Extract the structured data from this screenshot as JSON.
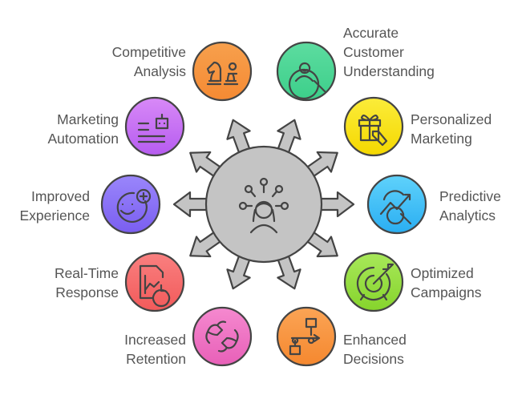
{
  "title": "Customer Understanding Benefits",
  "hub": {
    "icon": "person-insights-icon",
    "color": "#c4c4c4"
  },
  "items": [
    {
      "id": "competitive-analysis",
      "lines": [
        "Competitive",
        "Analysis"
      ],
      "icon": "chess-pieces-icon",
      "color": "#f7a04d",
      "color2": "#f58a33"
    },
    {
      "id": "accurate-customer-understanding",
      "lines": [
        "Accurate",
        "Customer",
        "Understanding"
      ],
      "icon": "magnifier-person-icon",
      "color": "#5ddca0",
      "color2": "#3ccf8a"
    },
    {
      "id": "marketing-automation",
      "lines": [
        "Marketing",
        "Automation"
      ],
      "icon": "robot-list-icon",
      "color": "#d889f7",
      "color2": "#b65cf0"
    },
    {
      "id": "personalized-marketing",
      "lines": [
        "Personalized",
        "Marketing"
      ],
      "icon": "gift-tag-icon",
      "color": "#fbec3a",
      "color2": "#f5d800"
    },
    {
      "id": "improved-experience",
      "lines": [
        "Improved",
        "Experience"
      ],
      "icon": "smiley-plus-icon",
      "color": "#9a86fb",
      "color2": "#7a5ef0"
    },
    {
      "id": "predictive-analytics",
      "lines": [
        "Predictive",
        "Analytics"
      ],
      "icon": "trend-search-icon",
      "color": "#5fd2fb",
      "color2": "#2aaef2"
    },
    {
      "id": "real-time-response",
      "lines": [
        "Real-Time",
        "Response"
      ],
      "icon": "report-clock-icon",
      "color": "#f98080",
      "color2": "#f25a5a"
    },
    {
      "id": "optimized-campaigns",
      "lines": [
        "Optimized",
        "Campaigns"
      ],
      "icon": "target-arrow-icon",
      "color": "#a8e85a",
      "color2": "#86d42c"
    },
    {
      "id": "increased-retention",
      "lines": [
        "Increased",
        "Retention"
      ],
      "icon": "handshake-icon",
      "color": "#f589cf",
      "color2": "#e860b8"
    },
    {
      "id": "enhanced-decisions",
      "lines": [
        "Enhanced",
        "Decisions"
      ],
      "icon": "flowchart-icon",
      "color": "#fba455",
      "color2": "#f5882f"
    }
  ]
}
